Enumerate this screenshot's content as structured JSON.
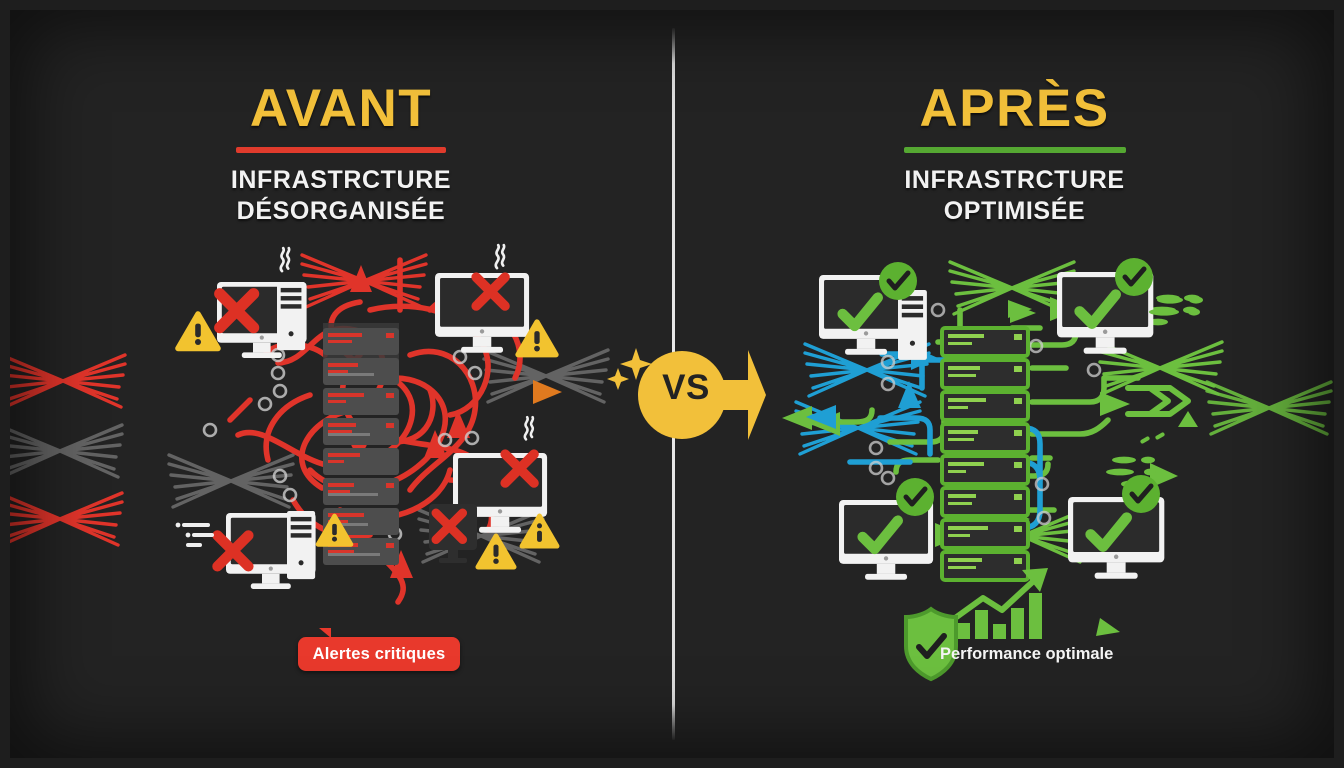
{
  "meta": {
    "background_color": "#232323",
    "accent_yellow": "#f2c03a",
    "accent_red": "#e03b2c",
    "accent_green": "#55a832",
    "accent_blue": "#1f9fd4",
    "divider_color": "#e6e6e6"
  },
  "left": {
    "kicker": "AVANT",
    "subhead_line1": "INFRASTRCTURE",
    "subhead_line2": "DÉSORGANISÉE",
    "rule_color": "#e03b2c",
    "badge": {
      "label": "Alertes critiques",
      "color": "#e8392c"
    },
    "icons": {
      "monitor": "monitor-icon",
      "tower": "pc-tower-icon",
      "error": "red-x-icon",
      "warning": "warning-triangle-icon",
      "info": "info-triangle-icon",
      "smoke": "smoke-icon",
      "cable_burst_red": "tangled-cable-burst-icon",
      "cable_burst_gray": "dead-cable-burst-icon",
      "server": "server-rack-icon",
      "arrow": "arrow-icon"
    },
    "server": {
      "unit_count": 8,
      "unit_color": "#4a4a4a",
      "text_color": "#e03b2c"
    }
  },
  "right": {
    "kicker": "APRÈS",
    "subhead_line1": "INFRASTRCTURE",
    "subhead_line2": "OPTIMISÉE",
    "rule_color": "#55a832",
    "badge": {
      "label": "Performance optimale",
      "shield": "shield-check-icon",
      "chart": "growth-chart-icon",
      "color": "#55a832"
    },
    "icons": {
      "monitor": "monitor-icon",
      "tower": "pc-tower-icon",
      "check": "green-check-icon",
      "check_badge": "check-circle-badge-icon",
      "cable_burst_green": "organized-cable-burst-icon",
      "cable_burst_blue": "organized-cable-burst-icon",
      "server": "server-rack-icon",
      "arrow": "arrow-icon"
    },
    "server": {
      "unit_count": 8,
      "unit_color": "#55a832",
      "text_color": "#8fd14f"
    }
  },
  "center": {
    "vs_label": "VS",
    "badge_color": "#f2c03a",
    "sparkle": "sparkle-icon",
    "arrow_direction": "right"
  }
}
